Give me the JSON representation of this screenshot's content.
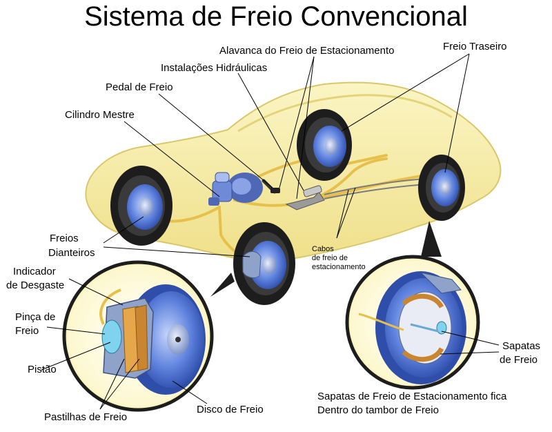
{
  "title": "Sistema de Freio Convencional",
  "labels": {
    "alavanca": "Alavanca do Freio de Estacionamento",
    "freio_traseiro": "Freio Traseiro",
    "instalacoes": "Instalações Hidráulicas",
    "pedal": "Pedal de Freio",
    "cilindro": "Cilindro Mestre",
    "freios_l1": "Freios",
    "freios_l2": "Dianteiros",
    "cabos_l1": "Cabos",
    "cabos_l2": "de freio de",
    "cabos_l3": "estacionamento",
    "indicador_l1": "Indicador",
    "indicador_l2": "de Desgaste",
    "pinca_l1": "Pinça de",
    "pinca_l2": "Freio",
    "pistao": "Pistão",
    "pastilhas": "Pastilhas de Freio",
    "disco": "Disco de Freio",
    "sapatas_l1": "Sapatas",
    "sapatas_l2": "de Freio",
    "nota_l1": "Sapatas de Freio de Estacionamento fica",
    "nota_l2": "Dentro do tambor de Freio"
  },
  "colors": {
    "body": "#f6eda0",
    "body_edge": "#d9c869",
    "tire": "#1d1d1d",
    "rotor": "#4a6fd0",
    "rotor_light": "#a7bdf2",
    "caliper": "#8fa2c9",
    "piston": "#7fd3ee",
    "pipe": "#e7c04c"
  }
}
